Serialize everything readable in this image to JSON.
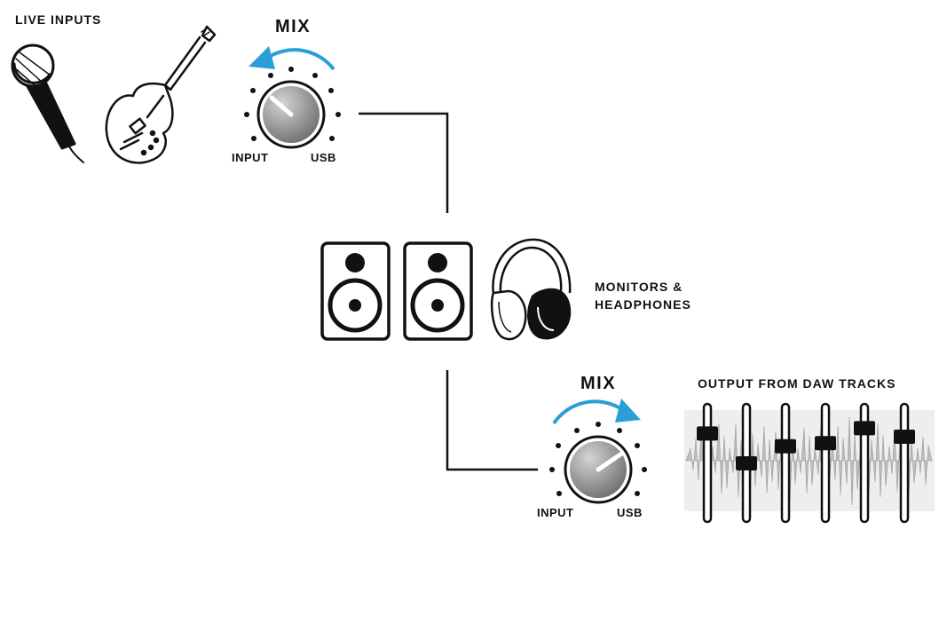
{
  "live_inputs": {
    "title": "LIVE INPUTS"
  },
  "mix_top": {
    "title": "MIX",
    "left_label": "INPUT",
    "right_label": "USB",
    "level": 0.25
  },
  "monitors": {
    "line1": "MONITORS &",
    "line2": "HEADPHONES"
  },
  "mix_bottom": {
    "title": "MIX",
    "left_label": "INPUT",
    "right_label": "USB",
    "level": 0.75
  },
  "daw": {
    "title": "OUTPUT FROM DAW TRACKS",
    "fader_levels": [
      0.78,
      0.5,
      0.66,
      0.69,
      0.83,
      0.75
    ]
  },
  "colors": {
    "accent_arrow": "#2a9fd6",
    "stroke": "#111111",
    "waveform": "#bdbdbd",
    "panel": "#eeeeee"
  },
  "icons": [
    "microphone-icon",
    "guitar-icon",
    "speaker-icon",
    "headphones-icon",
    "mix-knob-icon",
    "fader-icon"
  ]
}
